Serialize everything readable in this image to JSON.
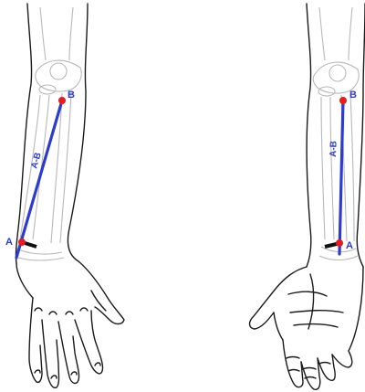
{
  "colors": {
    "outline": "#1a1a1a",
    "bone": "#b8b8b8",
    "measure_line": "#2b3ccf",
    "point": "#e51d1d",
    "marker": "#111111",
    "label": "#2b3ccf"
  },
  "left_arm": {
    "point_a_label": "A",
    "point_b_label": "B",
    "segment_label": "A-B"
  },
  "right_arm": {
    "point_a_label": "A",
    "point_b_label": "B",
    "segment_label": "A-B"
  }
}
